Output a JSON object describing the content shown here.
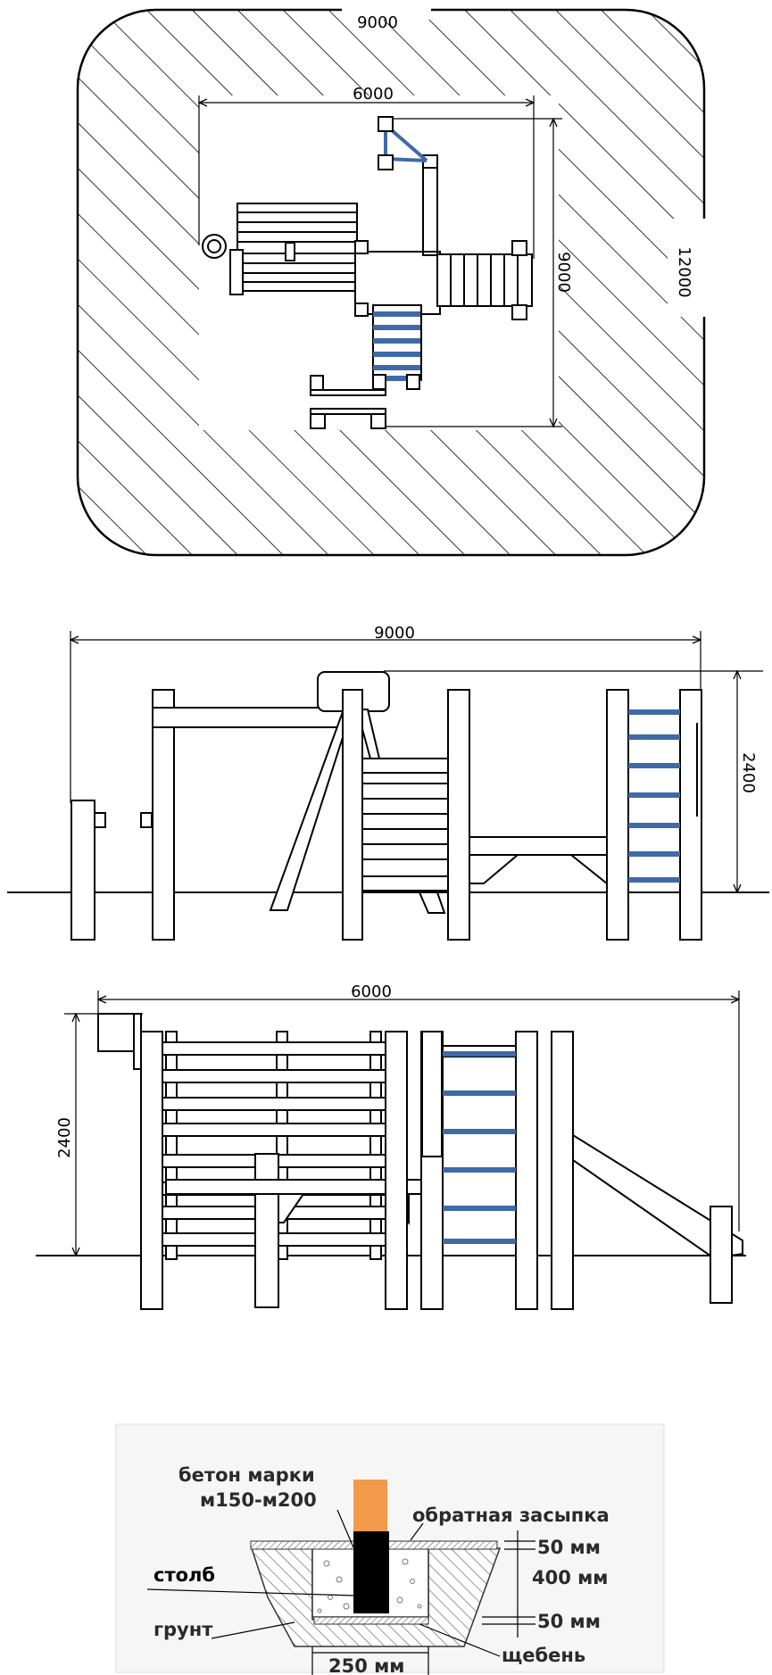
{
  "plan_view": {
    "zone_width_label": "9000",
    "zone_depth_label": "12000",
    "equipment_width_label": "6000",
    "equipment_depth_label": "9000"
  },
  "elevation_front": {
    "width_label": "9000",
    "height_label": "2400"
  },
  "elevation_side": {
    "width_label": "6000",
    "height_label": "2400"
  },
  "foundation_detail": {
    "concrete_label_line1": "бетон марки",
    "concrete_label_line2": "м150-м200",
    "backfill_label": "обратная засыпка",
    "post_label": "столб",
    "soil_label": "грунт",
    "gravel_label": "щебень",
    "top_layer_label": "50 мм",
    "depth_label": "400 мм",
    "bottom_layer_label": "50 мм",
    "width_label": "250 мм",
    "colors": {
      "post_top": "#f39a4a",
      "post": "#000000",
      "ladder": "#3f6aa8"
    }
  }
}
